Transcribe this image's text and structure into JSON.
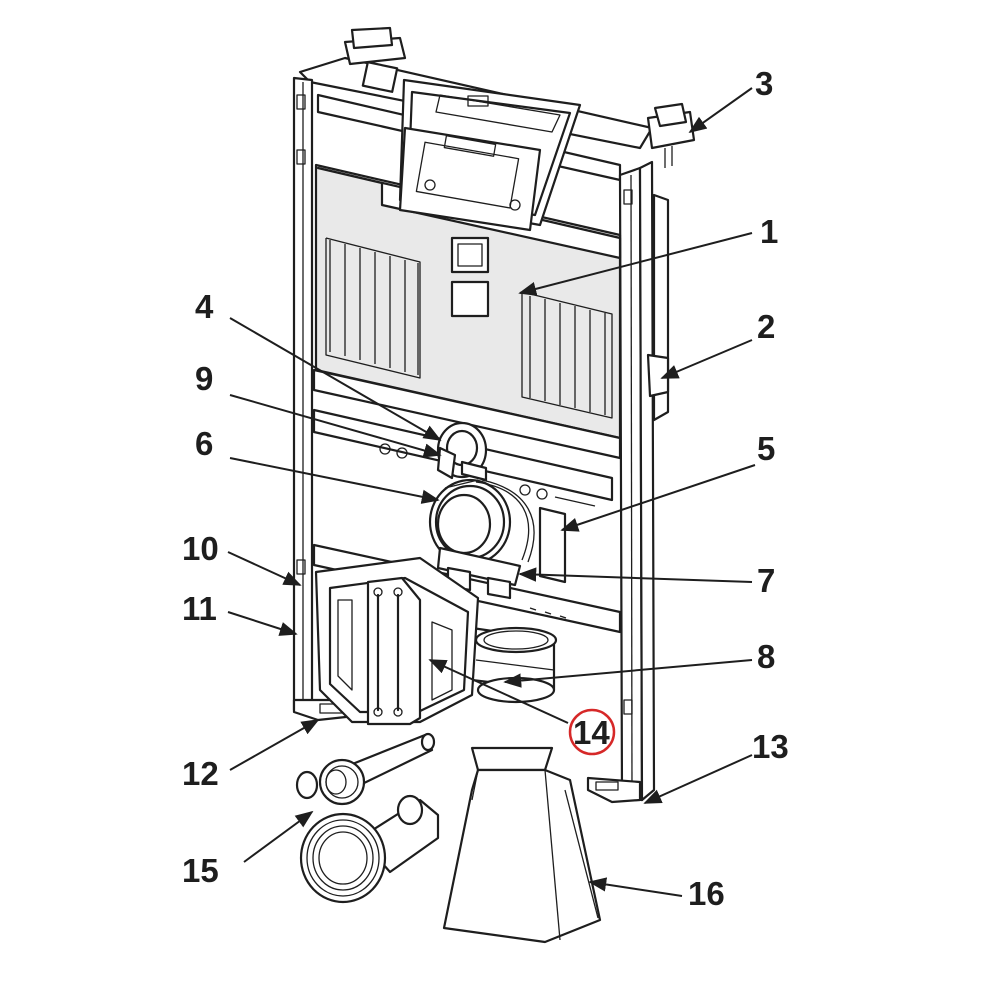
{
  "colors": {
    "line": "#1e1e1e",
    "highlight_circle": "#d62828",
    "background": "#ffffff"
  },
  "callouts": [
    {
      "id": "1",
      "label": "1"
    },
    {
      "id": "2",
      "label": "2"
    },
    {
      "id": "3",
      "label": "3"
    },
    {
      "id": "4",
      "label": "4"
    },
    {
      "id": "5",
      "label": "5"
    },
    {
      "id": "6",
      "label": "6"
    },
    {
      "id": "7",
      "label": "7"
    },
    {
      "id": "8",
      "label": "8"
    },
    {
      "id": "9",
      "label": "9"
    },
    {
      "id": "10",
      "label": "10"
    },
    {
      "id": "11",
      "label": "11"
    },
    {
      "id": "12",
      "label": "12"
    },
    {
      "id": "13",
      "label": "13"
    },
    {
      "id": "14",
      "label": "14",
      "highlighted": true
    },
    {
      "id": "15",
      "label": "15"
    },
    {
      "id": "16",
      "label": "16"
    }
  ]
}
